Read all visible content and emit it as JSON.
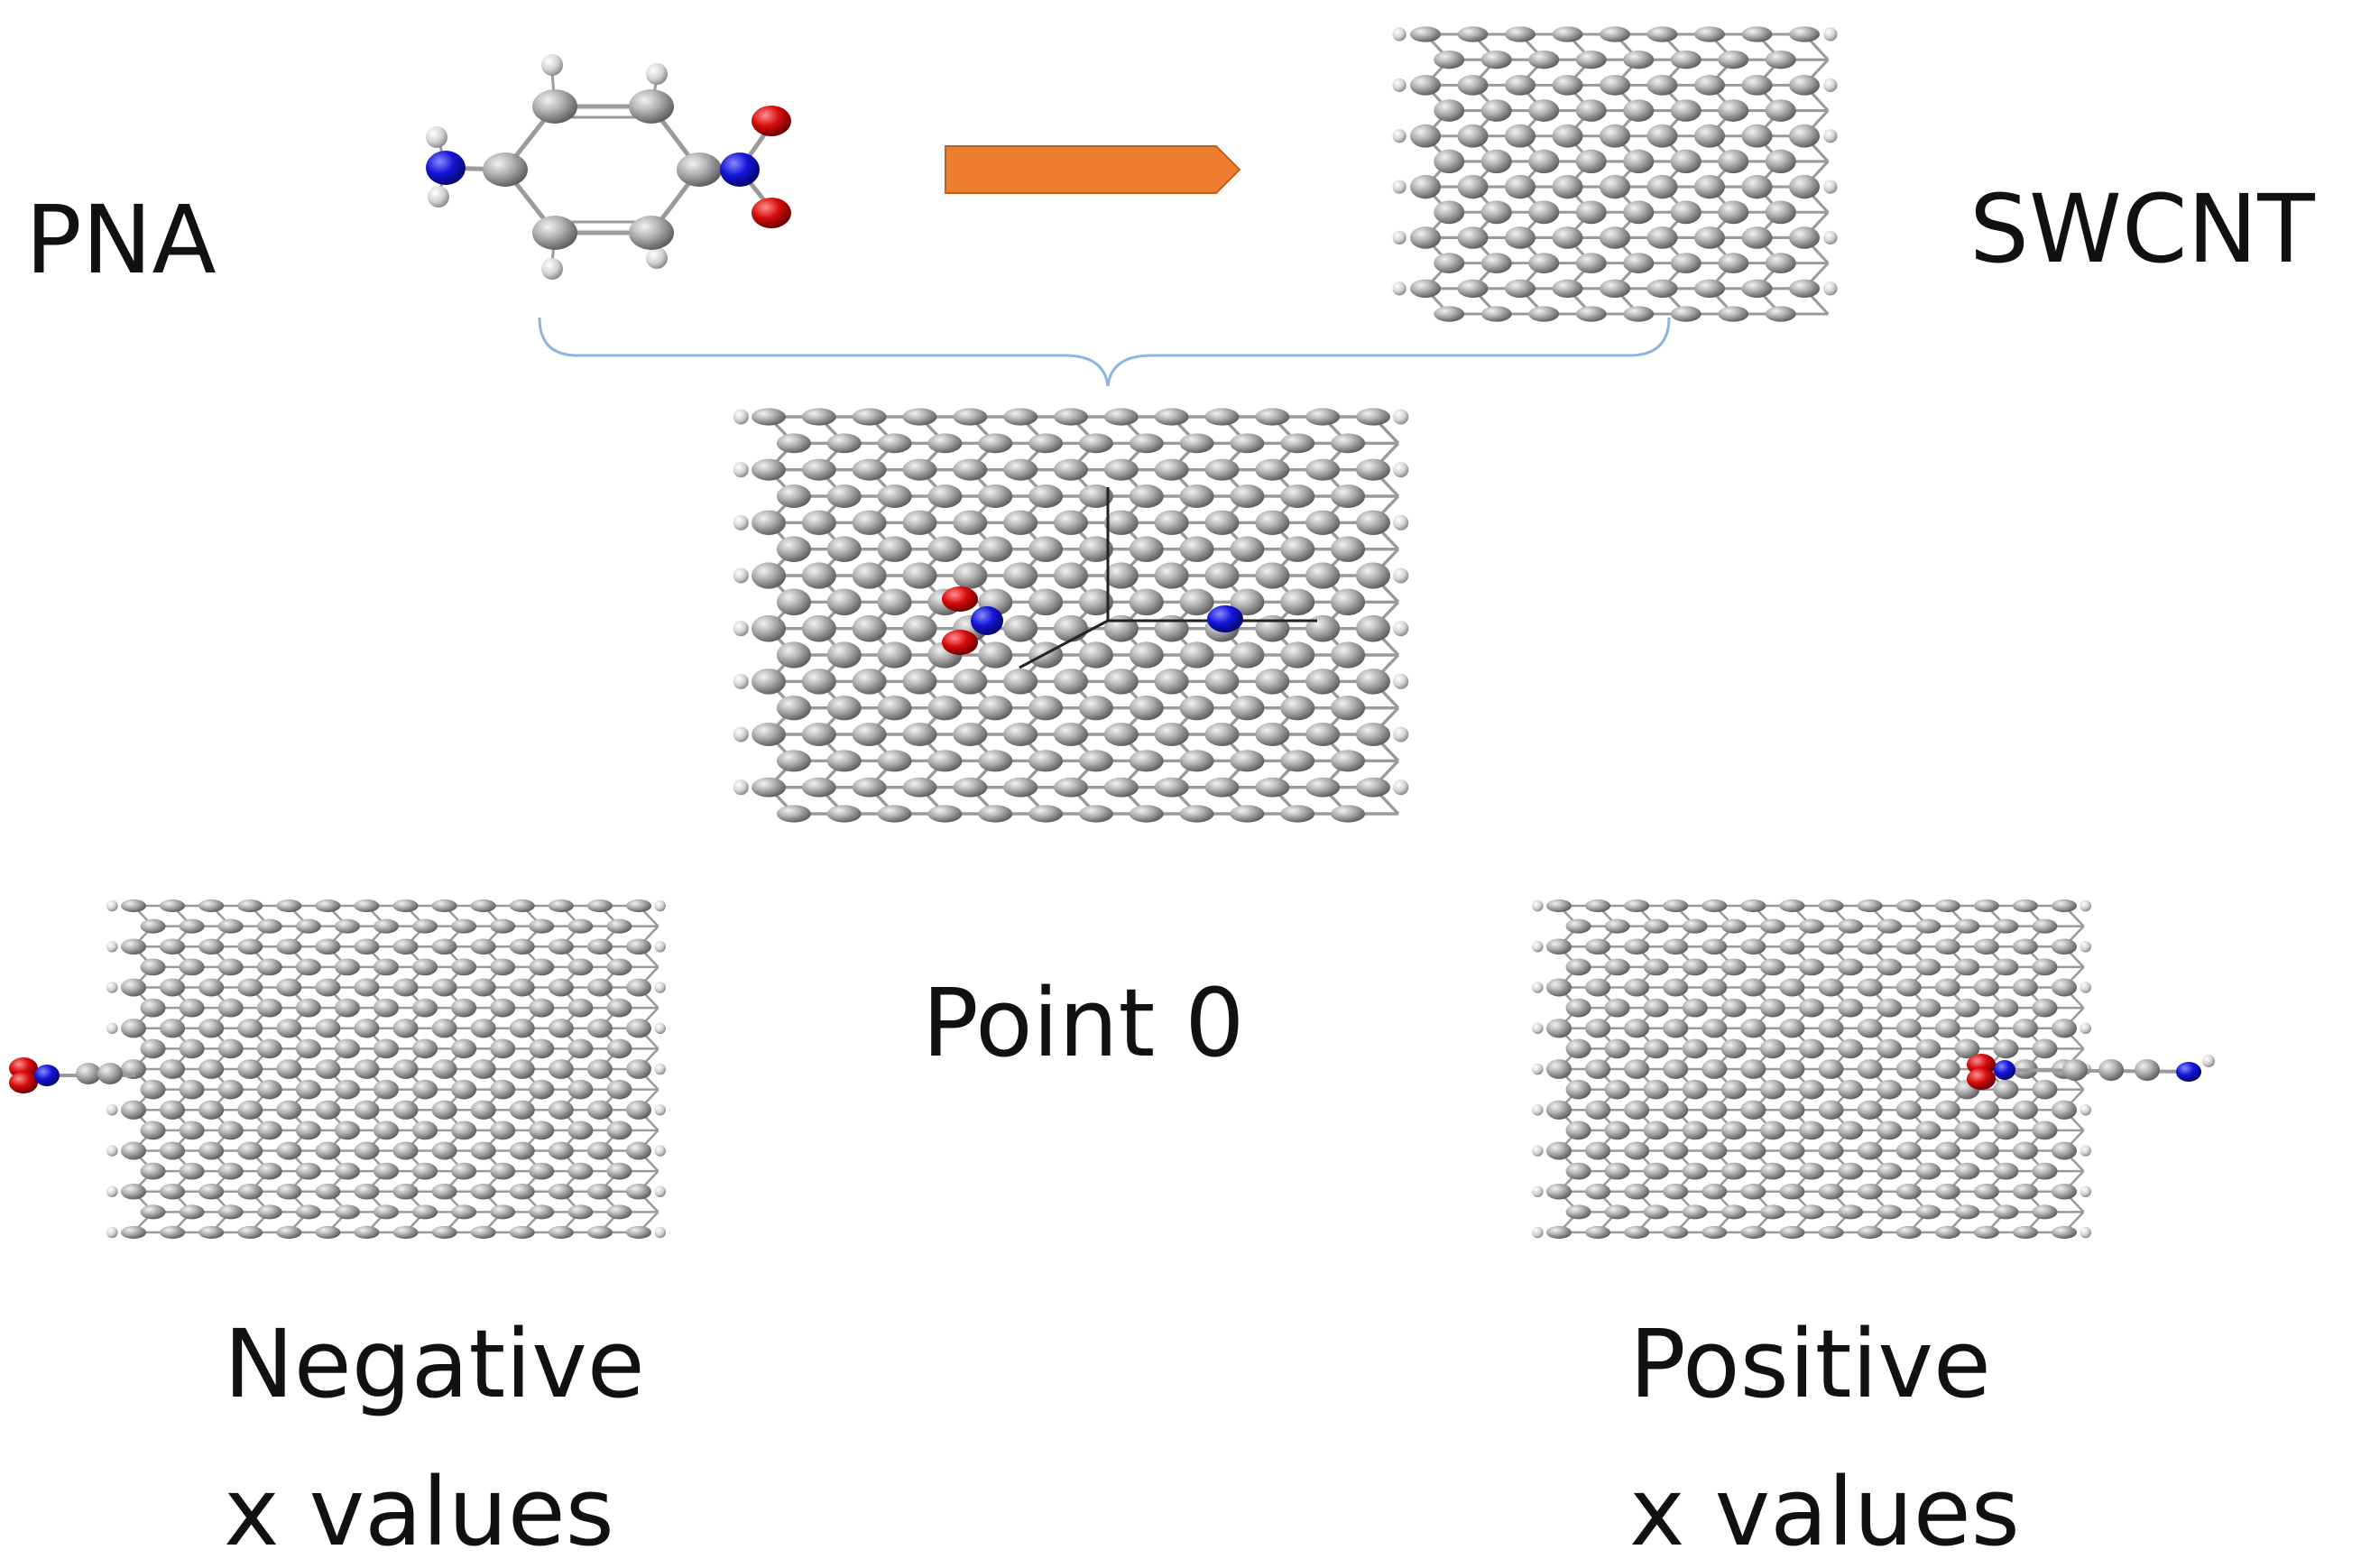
{
  "labels": {
    "pna": "PNA",
    "swcnt": "SWCNT",
    "point_zero": "Point 0",
    "negative_line1": "Negative",
    "negative_line2": "x values",
    "positive_line1": "Positive",
    "positive_line2": "x values"
  },
  "colors": {
    "carbon": "#8f8f8f",
    "carbon_highlight": "#e2e2e2",
    "hydrogen": "#c9c9c9",
    "nitrogen": "#1010d8",
    "oxygen": "#d40f0f",
    "bond": "#9a9a9a",
    "arrow": "#ed7d31",
    "brace": "#8eb4e3",
    "axis": "#222222",
    "text": "#111111"
  },
  "icons": {
    "molecule": "pna-molecule-icon",
    "arrow": "reaction-arrow-icon",
    "nanotube": "nanotube-icon",
    "brace": "curly-brace-icon"
  }
}
